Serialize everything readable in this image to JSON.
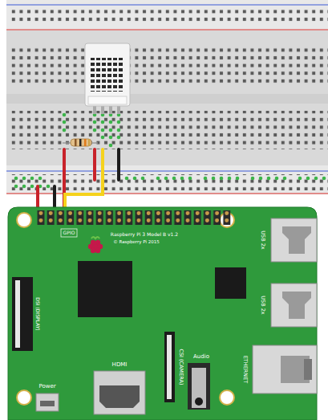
{
  "diagram": {
    "labels": [
      "GPIO",
      "Raspberry Pi 3 Model B v1.2",
      "© Raspberry Pi 2015",
      "USB 2x",
      "USB 2x",
      "DSI (DISPLAY)",
      "HDMI",
      "CSI (CAMERA)",
      "Audio",
      "ETHERNET",
      "Power"
    ]
  }
}
